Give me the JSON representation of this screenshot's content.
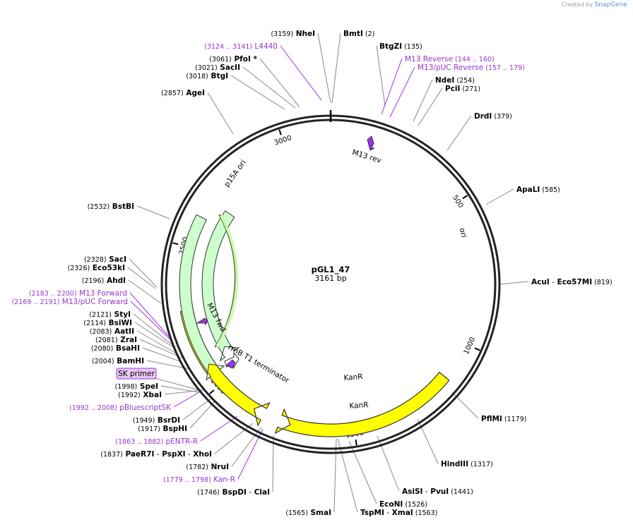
{
  "credit": {
    "prefix": "Created by",
    "brand": "SnapGene"
  },
  "plasmid": {
    "name": "pGL1_47",
    "size_label": "3161 bp",
    "length": 3161
  },
  "ticks": [
    "500",
    "1000",
    "1500",
    "2000",
    "2500",
    "3000"
  ],
  "features": [
    {
      "name": "ori",
      "kind": "yellow",
      "label": "ori"
    },
    {
      "name": "p15A ori",
      "kind": "yellow",
      "label": "p15A ori"
    },
    {
      "name": "KanR",
      "kind": "green",
      "label": "KanR"
    },
    {
      "name": "KanR",
      "kind": "green",
      "label": "KanR"
    },
    {
      "name": "rrnB T1 terminator",
      "kind": "white",
      "label": "rrnB T1 terminator"
    },
    {
      "name": "M13 rev",
      "kind": "primer",
      "label": "M13 rev"
    },
    {
      "name": "M13 fwd",
      "kind": "primer",
      "label": "M13 fwd"
    }
  ],
  "labels": [
    {
      "parts": [
        {
          "t": "(3159)",
          "s": "pos"
        },
        {
          "t": "NheI",
          "s": "enz"
        }
      ]
    },
    {
      "parts": [
        {
          "t": "BmtI",
          "s": "enz"
        },
        {
          "t": "(2)",
          "s": "pos"
        }
      ]
    },
    {
      "parts": [
        {
          "t": "(3124 .. 3141)",
          "s": "ppos"
        },
        {
          "t": "L4440",
          "s": "pname"
        }
      ]
    },
    {
      "parts": [
        {
          "t": "BtgZI",
          "s": "enz"
        },
        {
          "t": "(135)",
          "s": "pos"
        }
      ]
    },
    {
      "parts": [
        {
          "t": "(3061)",
          "s": "pos"
        },
        {
          "t": "PfoI *",
          "s": "enz"
        }
      ]
    },
    {
      "parts": [
        {
          "t": "M13 Reverse",
          "s": "pname"
        },
        {
          "t": "(144 .. 160)",
          "s": "ppos"
        }
      ]
    },
    {
      "parts": [
        {
          "t": "(3021)",
          "s": "pos"
        },
        {
          "t": "SacII",
          "s": "enz"
        }
      ]
    },
    {
      "parts": [
        {
          "t": "M13/pUC Reverse",
          "s": "pname"
        },
        {
          "t": "(157 .. 179)",
          "s": "ppos"
        }
      ]
    },
    {
      "parts": [
        {
          "t": "(3018)",
          "s": "pos"
        },
        {
          "t": "BtgI",
          "s": "enz"
        }
      ]
    },
    {
      "parts": [
        {
          "t": "NdeI",
          "s": "enz"
        },
        {
          "t": "(254)",
          "s": "pos"
        }
      ]
    },
    {
      "parts": [
        {
          "t": "PciI",
          "s": "enz"
        },
        {
          "t": "(271)",
          "s": "pos"
        }
      ]
    },
    {
      "parts": [
        {
          "t": "(2857)",
          "s": "pos"
        },
        {
          "t": "AgeI",
          "s": "enz"
        }
      ]
    },
    {
      "parts": [
        {
          "t": "DrdI",
          "s": "enz"
        },
        {
          "t": "(379)",
          "s": "pos"
        }
      ]
    },
    {
      "parts": [
        {
          "t": "ApaLI",
          "s": "enz"
        },
        {
          "t": "(585)",
          "s": "pos"
        }
      ]
    },
    {
      "parts": [
        {
          "t": "(2532)",
          "s": "pos"
        },
        {
          "t": "BstBI",
          "s": "enz"
        }
      ]
    },
    {
      "parts": [
        {
          "t": "(2328)",
          "s": "pos"
        },
        {
          "t": "SacI",
          "s": "enz"
        }
      ]
    },
    {
      "parts": [
        {
          "t": "(2326)",
          "s": "pos"
        },
        {
          "t": "Eco53kI",
          "s": "enz"
        }
      ]
    },
    {
      "parts": [
        {
          "t": "(2196)",
          "s": "pos"
        },
        {
          "t": "AhdI",
          "s": "enz"
        }
      ]
    },
    {
      "parts": [
        {
          "t": "AcuI",
          "s": "enz"
        },
        {
          "t": "-",
          "s": "dash"
        },
        {
          "t": "Eco57MI",
          "s": "enz"
        },
        {
          "t": "(819)",
          "s": "pos"
        }
      ]
    },
    {
      "parts": [
        {
          "t": "(2183 .. 2200)",
          "s": "ppos"
        },
        {
          "t": "M13 Forward",
          "s": "pname"
        }
      ]
    },
    {
      "parts": [
        {
          "t": "(2169 .. 2191)",
          "s": "ppos"
        },
        {
          "t": "M13/pUC Forward",
          "s": "pname"
        }
      ]
    },
    {
      "parts": [
        {
          "t": "(2121)",
          "s": "pos"
        },
        {
          "t": "StyI",
          "s": "enz"
        }
      ]
    },
    {
      "parts": [
        {
          "t": "(2114)",
          "s": "pos"
        },
        {
          "t": "BsiWI",
          "s": "enz"
        }
      ]
    },
    {
      "parts": [
        {
          "t": "(2083)",
          "s": "pos"
        },
        {
          "t": "AatII",
          "s": "enz"
        }
      ]
    },
    {
      "parts": [
        {
          "t": "(2081)",
          "s": "pos"
        },
        {
          "t": "ZraI",
          "s": "enz"
        }
      ]
    },
    {
      "parts": [
        {
          "t": "(2080)",
          "s": "pos"
        },
        {
          "t": "BsaHI",
          "s": "enz"
        }
      ]
    },
    {
      "parts": [
        {
          "t": "(2004)",
          "s": "pos"
        },
        {
          "t": "BamHI",
          "s": "enz"
        }
      ]
    },
    {
      "parts": [
        {
          "t": "SK primer",
          "s": "box"
        }
      ]
    },
    {
      "parts": [
        {
          "t": "(1998)",
          "s": "pos"
        },
        {
          "t": "SpeI",
          "s": "enz"
        }
      ]
    },
    {
      "parts": [
        {
          "t": "(1992)",
          "s": "pos"
        },
        {
          "t": "XbaI",
          "s": "enz"
        }
      ]
    },
    {
      "parts": [
        {
          "t": "(1992 .. 2008)",
          "s": "ppos"
        },
        {
          "t": "pBluescriptSK",
          "s": "pname"
        }
      ]
    },
    {
      "parts": [
        {
          "t": "PflMI",
          "s": "enz"
        },
        {
          "t": "(1179)",
          "s": "pos"
        }
      ]
    },
    {
      "parts": [
        {
          "t": "(1949)",
          "s": "pos"
        },
        {
          "t": "BsrDI",
          "s": "enz"
        }
      ]
    },
    {
      "parts": [
        {
          "t": "(1917)",
          "s": "pos"
        },
        {
          "t": "BspHI",
          "s": "enz"
        }
      ]
    },
    {
      "parts": [
        {
          "t": "(1863 .. 1882)",
          "s": "ppos"
        },
        {
          "t": "pENTR-R",
          "s": "pname"
        }
      ]
    },
    {
      "parts": [
        {
          "t": "(1837)",
          "s": "pos"
        },
        {
          "t": "PaeR7I",
          "s": "enz"
        },
        {
          "t": "-",
          "s": "dash"
        },
        {
          "t": "PspXI",
          "s": "enz"
        },
        {
          "t": "-",
          "s": "dash"
        },
        {
          "t": "XhoI",
          "s": "enz"
        }
      ]
    },
    {
      "parts": [
        {
          "t": "HindIII",
          "s": "enz"
        },
        {
          "t": "(1317)",
          "s": "pos"
        }
      ]
    },
    {
      "parts": [
        {
          "t": "(1782)",
          "s": "pos"
        },
        {
          "t": "NruI",
          "s": "enz"
        }
      ]
    },
    {
      "parts": [
        {
          "t": "(1779 .. 1798)",
          "s": "ppos"
        },
        {
          "t": "Kan-R",
          "s": "pname"
        }
      ]
    },
    {
      "parts": [
        {
          "t": "AsiSI",
          "s": "enz"
        },
        {
          "t": "-",
          "s": "dash"
        },
        {
          "t": "PvuI",
          "s": "enz"
        },
        {
          "t": "(1441)",
          "s": "pos"
        }
      ]
    },
    {
      "parts": [
        {
          "t": "(1746)",
          "s": "pos"
        },
        {
          "t": "BspDI",
          "s": "enz"
        },
        {
          "t": "-",
          "s": "dash"
        },
        {
          "t": "ClaI",
          "s": "enz"
        }
      ]
    },
    {
      "parts": [
        {
          "t": "EcoNI",
          "s": "enz"
        },
        {
          "t": "(1526)",
          "s": "pos"
        }
      ]
    },
    {
      "parts": [
        {
          "t": "(1565)",
          "s": "pos"
        },
        {
          "t": "SmaI",
          "s": "enz"
        }
      ]
    },
    {
      "parts": [
        {
          "t": "TspMI",
          "s": "enz"
        },
        {
          "t": "-",
          "s": "dash"
        },
        {
          "t": "XmaI",
          "s": "enz"
        },
        {
          "t": "(1563)",
          "s": "pos"
        }
      ]
    }
  ],
  "colors": {
    "backbone": "#222222",
    "ori": "#ffff00",
    "kanr": "#ccffcc",
    "primer_text": "#9933cc",
    "primer_mark": "#9933ee",
    "leader": "#888888",
    "sk_box_fill": "#e6c6f2",
    "highlight": "#2a7d2a"
  }
}
